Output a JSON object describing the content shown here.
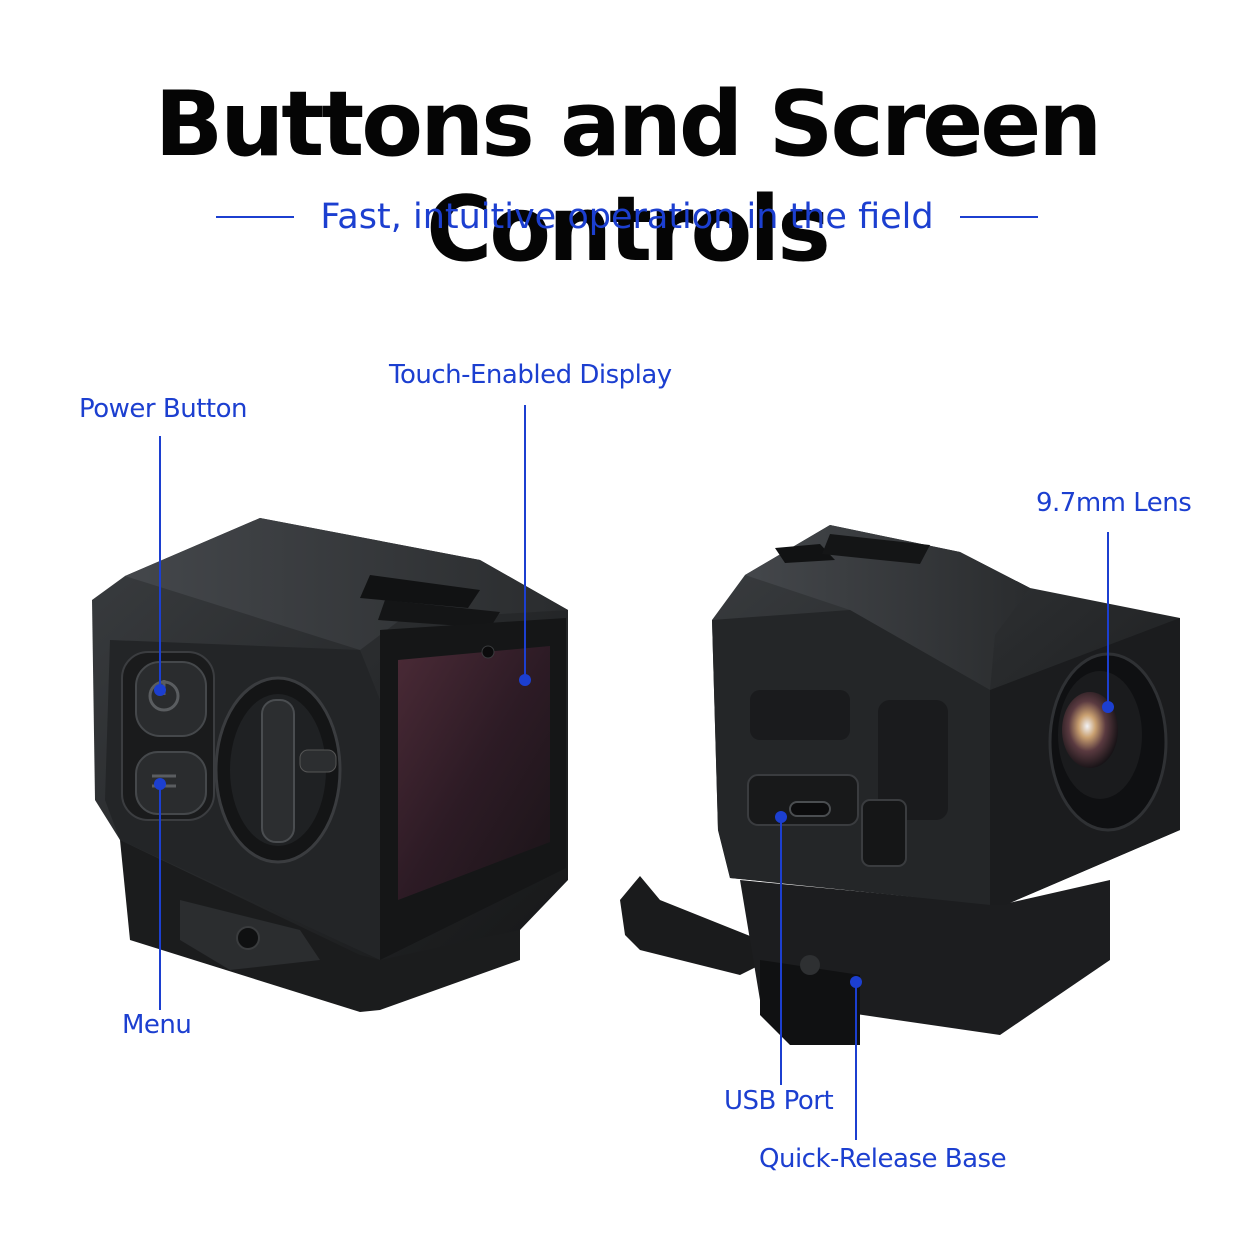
{
  "heading": {
    "title": "Buttons and Screen Controls",
    "subtitle": "Fast, intuitive operation in the field"
  },
  "callouts": {
    "power_button": "Power Button",
    "display": "Touch-Enabled Display",
    "lens": "9.7mm Lens",
    "menu": "Menu",
    "usb_port": "USB Port",
    "base": "Quick-Release Base"
  },
  "colors": {
    "accent": "#1c3fd0",
    "title": "#050505",
    "device_body": "#1e2022",
    "background": "#ffffff"
  }
}
